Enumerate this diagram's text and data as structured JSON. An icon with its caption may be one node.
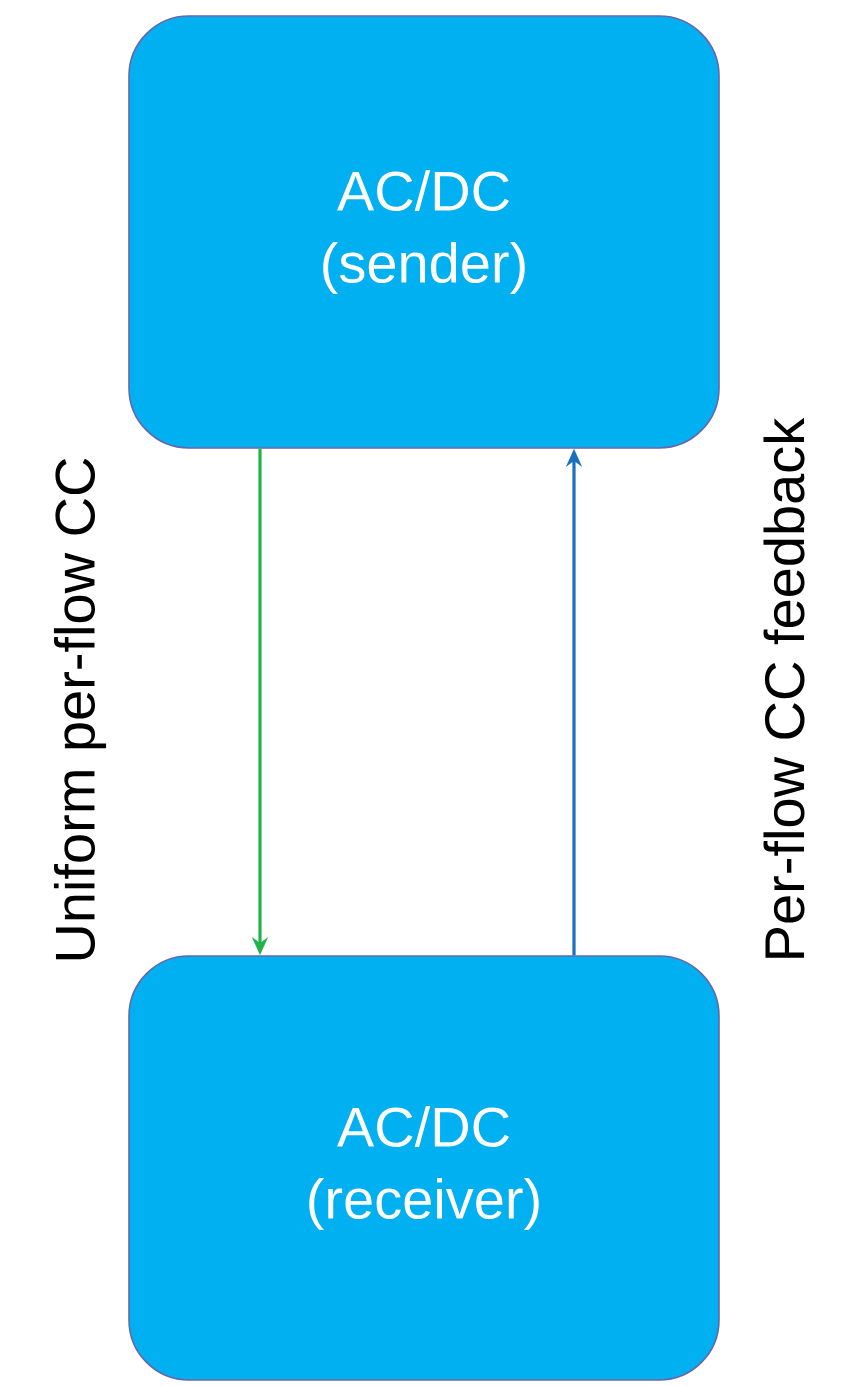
{
  "diagram": {
    "nodes": [
      {
        "text": [
          "AC/DC (sender)"
        ]
      },
      {
        "text": [
          "AC/DC (receiver)"
        ]
      }
    ],
    "edges": [
      {
        "from": 0,
        "to": 1,
        "arrow": "to",
        "label": "Uniform per-flow CC",
        "color": "#21b24b"
      },
      {
        "from": 1,
        "to": 0,
        "arrow": "to",
        "label": "Per-flow CC feedback",
        "color": "#1a6fbf"
      }
    ]
  }
}
